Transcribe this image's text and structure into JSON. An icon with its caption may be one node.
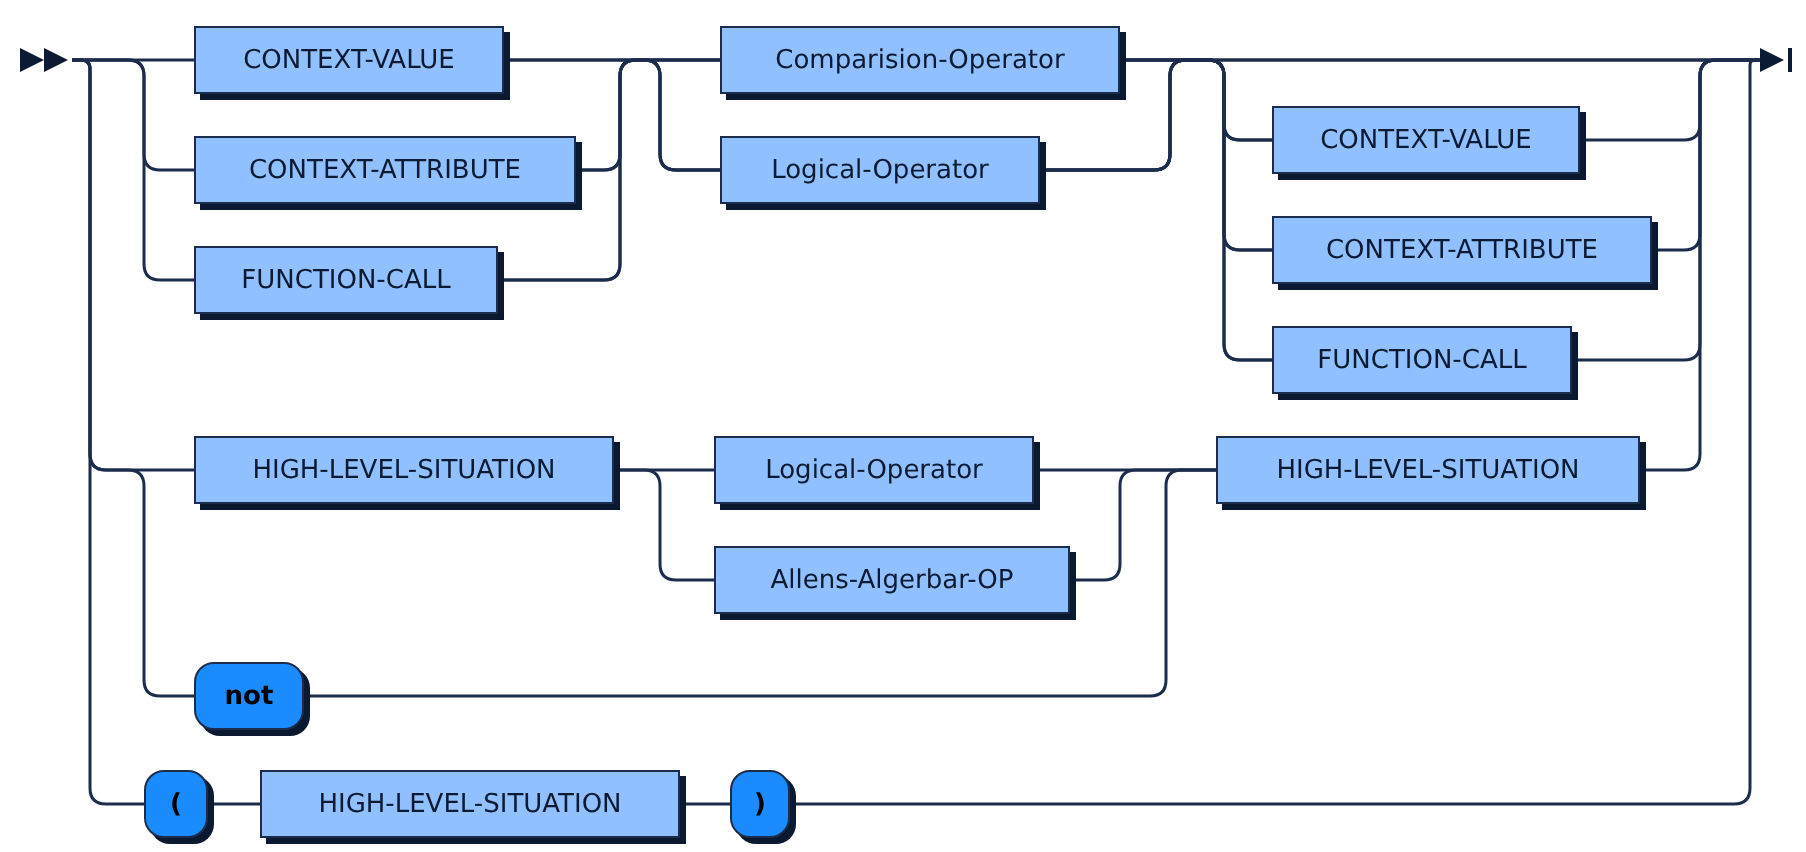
{
  "diagram": {
    "nodes": [
      {
        "text": [],
        "shape": "triangle"
      },
      {
        "text": [
          "CONTEXT-VALUE"
        ]
      },
      {
        "text": [
          "CONTEXT-ATTRIBUTE"
        ]
      },
      {
        "text": [
          "FUNCTION-CALL"
        ]
      },
      {
        "text": [
          "Comparision-Operator"
        ]
      },
      {
        "text": [
          "Logical-Operator"
        ]
      },
      {
        "text": [
          "CONTEXT-VALUE"
        ]
      },
      {
        "text": [
          "CONTEXT-ATTRIBUTE"
        ]
      },
      {
        "text": [
          "FUNCTION-CALL"
        ]
      },
      {
        "text": [
          "HIGH-LEVEL-SITUATION"
        ]
      },
      {
        "text": [
          "Logical-Operator"
        ]
      },
      {
        "text": [
          "Allens-Algerbar-OP"
        ]
      },
      {
        "text": [
          "HIGH-LEVEL-SITUATION"
        ]
      },
      {
        "text": [
          "not"
        ]
      },
      {
        "text": [
          "("
        ]
      },
      {
        "text": [
          "HIGH-LEVEL-SITUATION"
        ]
      },
      {
        "text": [
          ")"
        ]
      },
      {
        "text": [],
        "shape": "triangle"
      }
    ],
    "edges": [
      {
        "from": 0,
        "to": 1,
        "arrow": "none"
      },
      {
        "from": 0,
        "to": 2,
        "arrow": "none"
      },
      {
        "from": 0,
        "to": 3,
        "arrow": "none"
      },
      {
        "from": 0,
        "to": 9,
        "arrow": "none"
      },
      {
        "from": 0,
        "to": 13,
        "arrow": "none"
      },
      {
        "from": 0,
        "to": 14,
        "arrow": "none"
      },
      {
        "from": 1,
        "to": 4,
        "arrow": "none"
      },
      {
        "from": 1,
        "to": 5,
        "arrow": "none"
      },
      {
        "from": 2,
        "to": 4,
        "arrow": "none"
      },
      {
        "from": 2,
        "to": 5,
        "arrow": "none"
      },
      {
        "from": 3,
        "to": 4,
        "arrow": "none"
      },
      {
        "from": 3,
        "to": 5,
        "arrow": "none"
      },
      {
        "from": 4,
        "to": 6,
        "arrow": "none"
      },
      {
        "from": 4,
        "to": 7,
        "arrow": "none"
      },
      {
        "from": 4,
        "to": 8,
        "arrow": "none"
      },
      {
        "from": 4,
        "to": 17,
        "arrow": "none"
      },
      {
        "from": 5,
        "to": 6,
        "arrow": "none"
      },
      {
        "from": 5,
        "to": 7,
        "arrow": "none"
      },
      {
        "from": 5,
        "to": 8,
        "arrow": "none"
      },
      {
        "from": 5,
        "to": 17,
        "arrow": "none"
      },
      {
        "from": 6,
        "to": 17,
        "arrow": "none"
      },
      {
        "from": 7,
        "to": 17,
        "arrow": "none"
      },
      {
        "from": 8,
        "to": 17,
        "arrow": "none"
      },
      {
        "from": 9,
        "to": 10,
        "arrow": "none"
      },
      {
        "from": 9,
        "to": 11,
        "arrow": "none"
      },
      {
        "from": 10,
        "to": 12,
        "arrow": "none"
      },
      {
        "from": 11,
        "to": 12,
        "arrow": "none"
      },
      {
        "from": 13,
        "to": 12,
        "arrow": "none"
      },
      {
        "from": 12,
        "to": 17,
        "arrow": "none"
      },
      {
        "from": 14,
        "to": 15,
        "arrow": "none"
      },
      {
        "from": 15,
        "to": 16,
        "arrow": "none"
      },
      {
        "from": 16,
        "to": 17,
        "arrow": "none"
      }
    ]
  }
}
